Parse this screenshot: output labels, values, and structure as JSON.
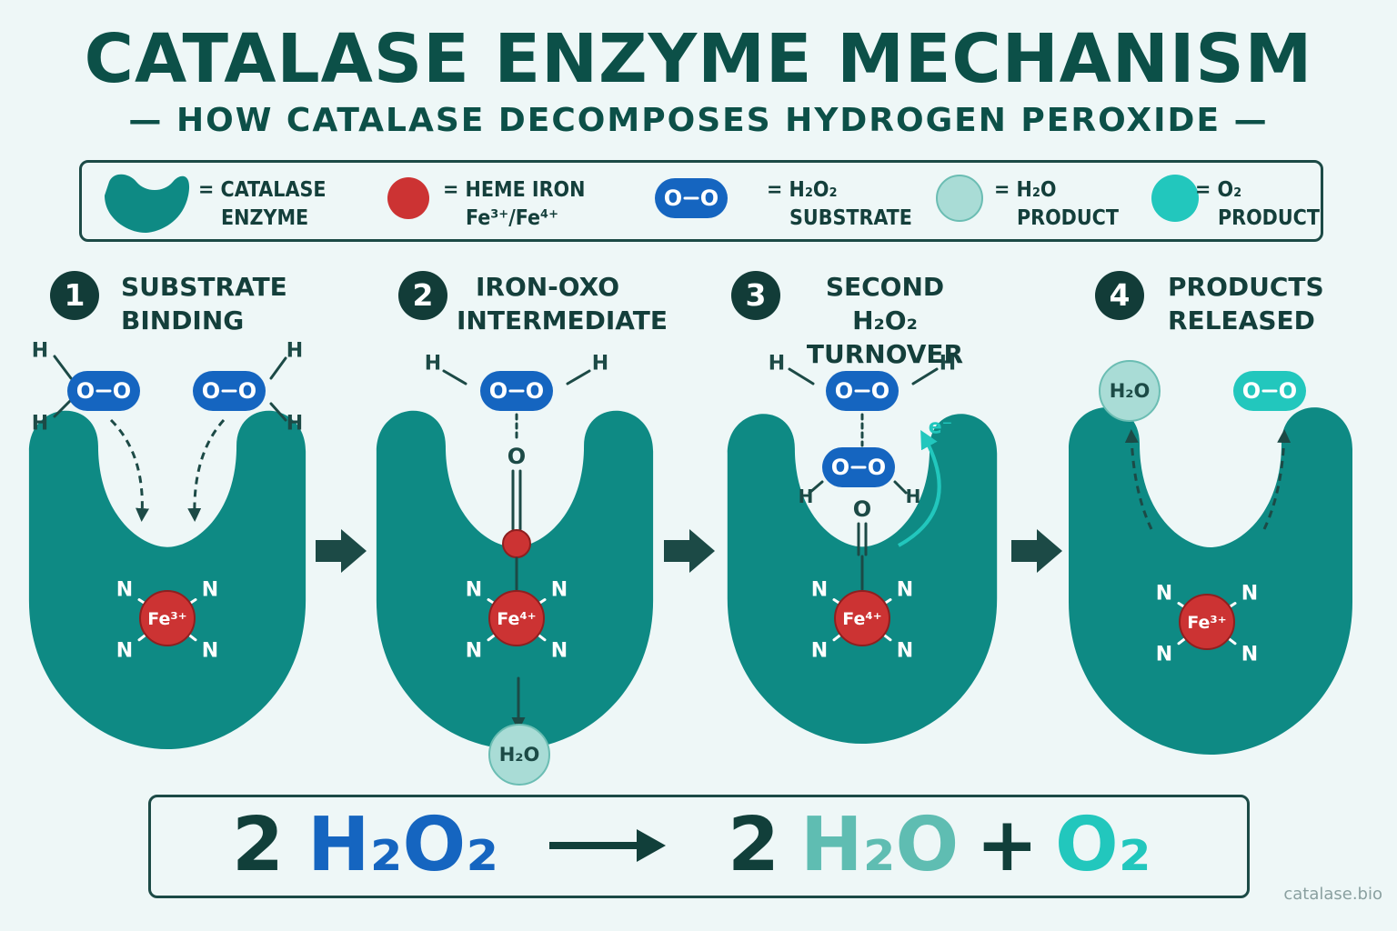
{
  "title": "CATALASE ENZYME MECHANISM",
  "subtitle": "— HOW CATALASE DECOMPOSES HYDROGEN PEROXIDE —",
  "colors": {
    "enzyme": "#0e8a84",
    "heme_iron": "#cc3333",
    "h2o2": "#1565c0",
    "h2o": "#a9dcd6",
    "o2": "#22c7bd",
    "dark_text": "#143f3b"
  },
  "legend": {
    "enzyme_line1": "= CATALASE",
    "enzyme_line2": "ENZYME",
    "heme_line1": "= HEME IRON",
    "heme_line2": "Fe³⁺/Fe⁴⁺",
    "h2o2_line1": "= H₂O₂",
    "h2o2_line2": "SUBSTRATE",
    "h2o_line1": "= H₂O",
    "h2o_line2": "PRODUCT",
    "o2_line1": "= O₂",
    "o2_line2": "PRODUCT"
  },
  "steps": [
    {
      "number": "1",
      "title_line1": "SUBSTRATE",
      "title_line2": "BINDING"
    },
    {
      "number": "2",
      "title_line1": "IRON-OXO",
      "title_line2": "INTERMEDIATE"
    },
    {
      "number": "3",
      "title_line1": "SECOND H₂O₂",
      "title_line2": "TURNOVER"
    },
    {
      "number": "4",
      "title_line1": "PRODUCTS",
      "title_line2": "RELEASED"
    }
  ],
  "labels": {
    "atom_o": "O",
    "atom_h": "H",
    "atom_n": "N",
    "fe3": "Fe³⁺",
    "fe4": "Fe⁴⁺",
    "h2o": "H₂O",
    "electron": "e⁻"
  },
  "equation": {
    "left_coef": "2",
    "left_mol": "H₂O₂",
    "right_coef": "2",
    "right_mol": "H₂O",
    "plus": "+",
    "right_mol2": "O₂"
  },
  "watermark": "catalase.bio"
}
